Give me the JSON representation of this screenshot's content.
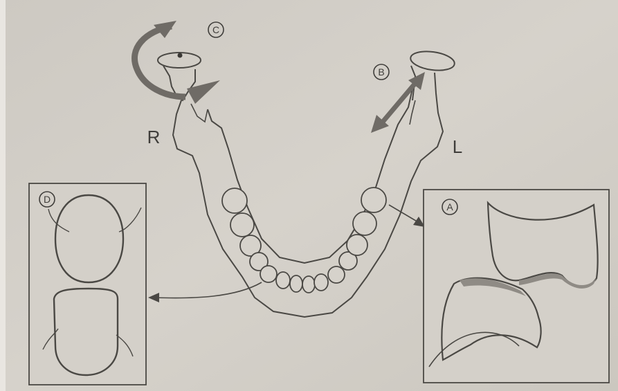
{
  "labels": {
    "right_side": "R",
    "left_side": "L",
    "marker_a": "A",
    "marker_b": "B",
    "marker_c": "C",
    "marker_d": "D"
  },
  "colors": {
    "paper": "#d3cfc8",
    "ink": "#4a4844",
    "arrow_fill": "#6f6b66",
    "tooth_shadow": "#8f8b85"
  }
}
